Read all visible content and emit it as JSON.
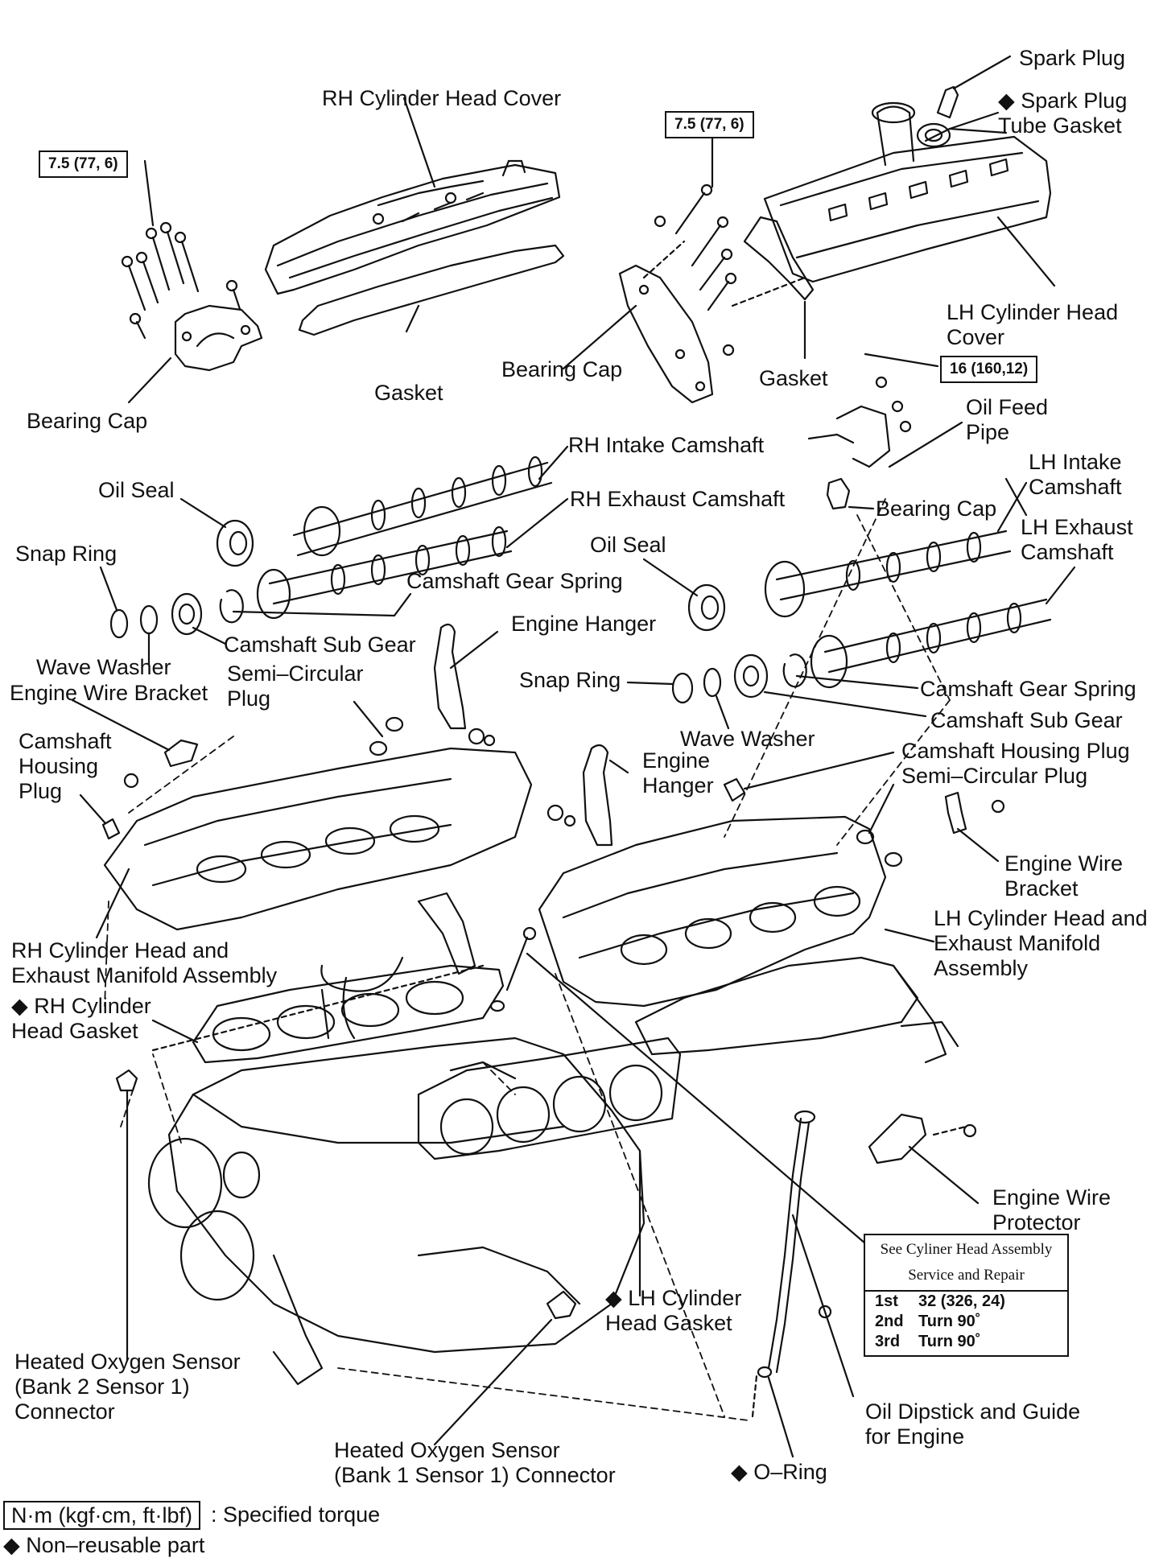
{
  "labels": {
    "spark_plug": "Spark Plug",
    "spark_plug_tube_gasket_1": "Spark Plug",
    "spark_plug_tube_gasket_2": "Tube Gasket",
    "rh_cylinder_head_cover": "RH Cylinder Head Cover",
    "lh_cylinder_head_cover_1": "LH Cylinder Head",
    "lh_cylinder_head_cover_2": "Cover",
    "gasket_rh": "Gasket",
    "gasket_lh": "Gasket",
    "bearing_cap_left": "Bearing Cap",
    "bearing_cap_center": "Bearing Cap",
    "bearing_cap_lh": "Bearing Cap",
    "oil_feed_pipe_1": "Oil Feed",
    "oil_feed_pipe_2": "Pipe",
    "rh_intake_camshaft": "RH Intake Camshaft",
    "rh_exhaust_camshaft": "RH Exhaust Camshaft",
    "lh_intake_camshaft_1": "LH Intake",
    "lh_intake_camshaft_2": "Camshaft",
    "lh_exhaust_camshaft_1": "LH Exhaust",
    "lh_exhaust_camshaft_2": "Camshaft",
    "oil_seal_rh": "Oil Seal",
    "oil_seal_lh": "Oil Seal",
    "snap_ring_rh": "Snap Ring",
    "snap_ring_lh": "Snap Ring",
    "camshaft_gear_spring_rh": "Camshaft Gear Spring",
    "camshaft_gear_spring_lh": "Camshaft Gear Spring",
    "camshaft_sub_gear_rh": "Camshaft Sub Gear",
    "camshaft_sub_gear_lh": "Camshaft Sub Gear",
    "engine_hanger_rh": "Engine Hanger",
    "engine_hanger_lh_1": "Engine",
    "engine_hanger_lh_2": "Hanger",
    "wave_washer_rh": "Wave Washer",
    "wave_washer_lh": "Wave Washer",
    "engine_wire_bracket_rh": "Engine Wire Bracket",
    "semi_circular_plug_rh_1": "Semi–Circular",
    "semi_circular_plug_rh_2": "Plug",
    "camshaft_housing_plug_rh_1": "Camshaft",
    "camshaft_housing_plug_rh_2": "Housing",
    "camshaft_housing_plug_rh_3": "Plug",
    "camshaft_housing_plug_lh": "Camshaft Housing Plug",
    "semi_circular_plug_lh": "Semi–Circular Plug",
    "engine_wire_bracket_lh_1": "Engine Wire",
    "engine_wire_bracket_lh_2": "Bracket",
    "rh_head_assembly_1": "RH Cylinder Head and",
    "rh_head_assembly_2": "Exhaust Manifold Assembly",
    "lh_head_assembly_1": "LH Cylinder Head and",
    "lh_head_assembly_2": "Exhaust Manifold",
    "lh_head_assembly_3": "Assembly",
    "rh_head_gasket_1": "RH Cylinder",
    "rh_head_gasket_2": "Head Gasket",
    "lh_head_gasket_1": "LH Cylinder",
    "lh_head_gasket_2": "Head Gasket",
    "engine_wire_protector_1": "Engine Wire",
    "engine_wire_protector_2": "Protector",
    "ho2s_bank2_1": "Heated Oxygen Sensor",
    "ho2s_bank2_2": "(Bank 2 Sensor 1)",
    "ho2s_bank2_3": "Connector",
    "ho2s_bank1_1": "Heated Oxygen Sensor",
    "ho2s_bank1_2": "(Bank 1 Sensor 1) Connector",
    "o_ring": "O–Ring",
    "oil_dipstick_1": "Oil Dipstick and Guide",
    "oil_dipstick_2": "for Engine"
  },
  "torque_boxes": {
    "left": "7.5 (77, 6)",
    "center": "7.5 (77, 6)",
    "lh": "16 (160,12)"
  },
  "spec_table": {
    "header_1": "See Cyliner Head Assembly",
    "header_2": "Service and Repair",
    "rows": [
      {
        "step": "1st",
        "value": "32 (326, 24)"
      },
      {
        "step": "2nd",
        "value": "Turn 90˚"
      },
      {
        "step": "3rd",
        "value": "Turn 90˚"
      }
    ]
  },
  "legend": {
    "torque_unit": "N·m (kgf·cm, ft·lbf)",
    "torque_text": ": Specified torque",
    "non_reusable": "Non–reusable part"
  }
}
